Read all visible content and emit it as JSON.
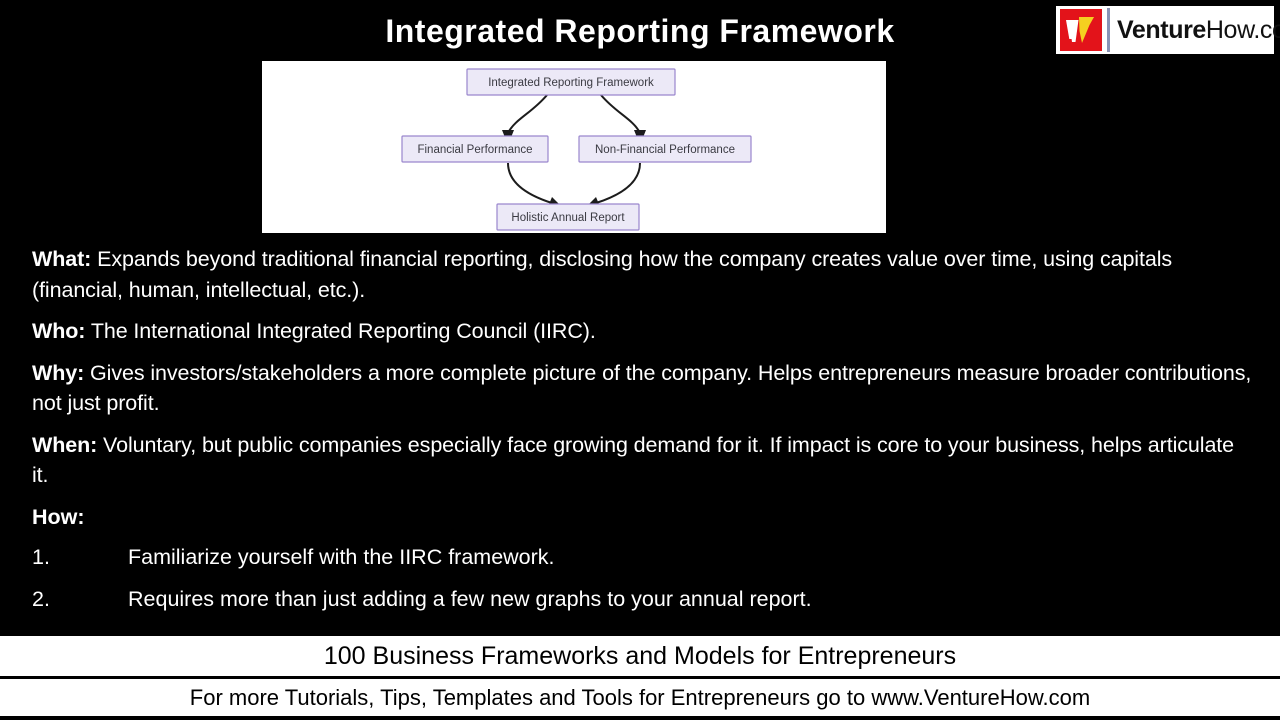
{
  "slide": {
    "title": "Integrated Reporting Framework"
  },
  "logo": {
    "mark_name": "venturehow-v-mark",
    "mark_colors": {
      "background": "#e3131a",
      "white_v": "#ffffff",
      "gold_v": "#f5d020"
    },
    "word_bold": "Venture",
    "word_light": "How.com"
  },
  "diagram": {
    "type": "flowchart",
    "nodes": [
      {
        "id": "root",
        "label": "Integrated Reporting Framework"
      },
      {
        "id": "fin",
        "label": "Financial Performance"
      },
      {
        "id": "nonfin",
        "label": "Non-Financial Performance"
      },
      {
        "id": "report",
        "label": "Holistic Annual Report"
      }
    ],
    "edges": [
      {
        "from": "root",
        "to": "fin"
      },
      {
        "from": "root",
        "to": "nonfin"
      },
      {
        "from": "fin",
        "to": "report"
      },
      {
        "from": "nonfin",
        "to": "report"
      }
    ],
    "colors": {
      "node_fill": "#ece9f7",
      "node_border": "#9a86cd",
      "node_text": "#3a3a42",
      "edge": "#1c1c1c",
      "panel_background": "#ffffff"
    }
  },
  "body": {
    "paragraphs": [
      {
        "label": "What:",
        "text": " Expands beyond traditional financial reporting, disclosing how the company creates value over time, using capitals (financial, human, intellectual, etc.)."
      },
      {
        "label": "Who:",
        "text": " The International Integrated Reporting Council (IIRC)."
      },
      {
        "label": "Why:",
        "text": " Gives investors/stakeholders a more complete picture of the company. Helps entrepreneurs measure broader contributions, not just profit."
      },
      {
        "label": "When:",
        "text": " Voluntary, but public companies especially face growing demand for it. If impact is core to your business, helps articulate it."
      }
    ],
    "how_heading": "How:",
    "how_steps": [
      {
        "number": "1.",
        "text": "Familiarize yourself with the IIRC framework."
      },
      {
        "number": "2.",
        "text": "Requires more than just adding a few new graphs to your annual report."
      }
    ]
  },
  "footer": {
    "title": "100 Business Frameworks and Models for Entrepreneurs",
    "tagline": "For more Tutorials, Tips, Templates and Tools for Entrepreneurs go to www.VentureHow.com"
  }
}
